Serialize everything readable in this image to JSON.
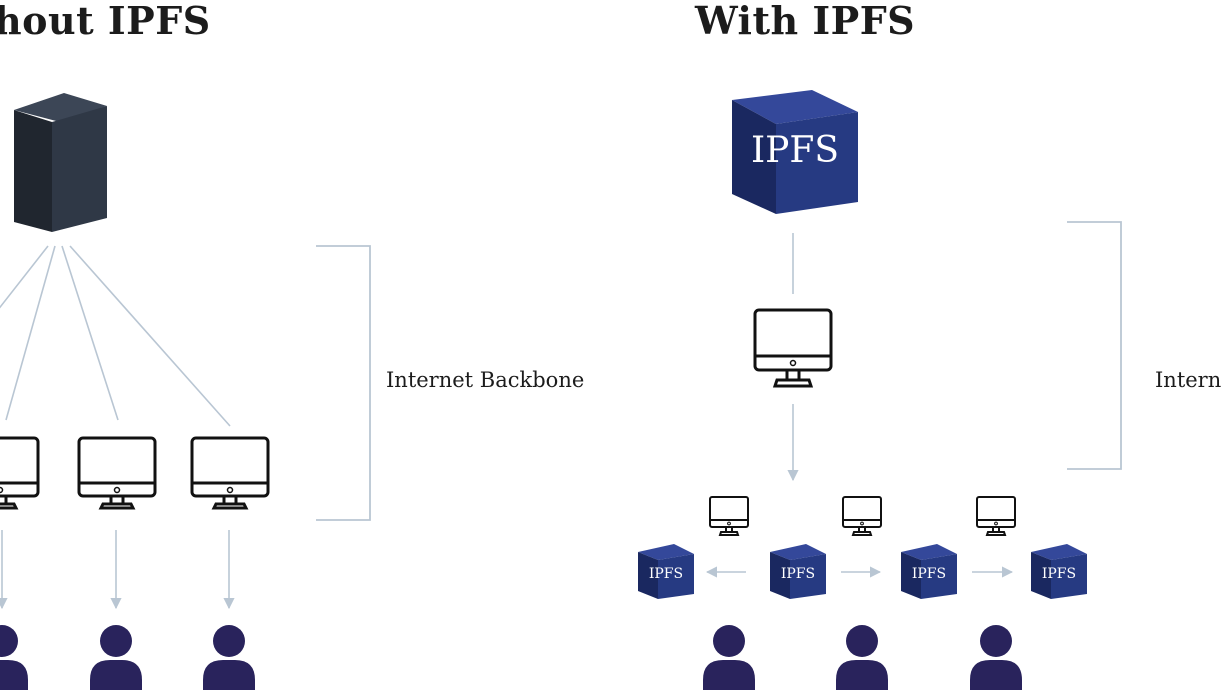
{
  "left_panel": {
    "title": "hout IPFS",
    "bracket_label": "Internet Backbone"
  },
  "right_panel": {
    "title": "With IPFS",
    "bracket_label": "Intern",
    "main_cube_label": "IPFS",
    "peer_cube_labels": [
      "IPFS",
      "IPFS",
      "IPFS",
      "IPFS"
    ]
  },
  "colors": {
    "server": "#2b3340",
    "cube_front": "#263a82",
    "cube_side": "#1a2860",
    "cube_top": "#34489a",
    "user": "#29235c",
    "line": "#b9c6d3",
    "outline": "#111111"
  },
  "icons": [
    "server-icon",
    "monitor-icon",
    "ipfs-cube-icon",
    "user-icon",
    "arrow-icon",
    "bracket-icon"
  ]
}
